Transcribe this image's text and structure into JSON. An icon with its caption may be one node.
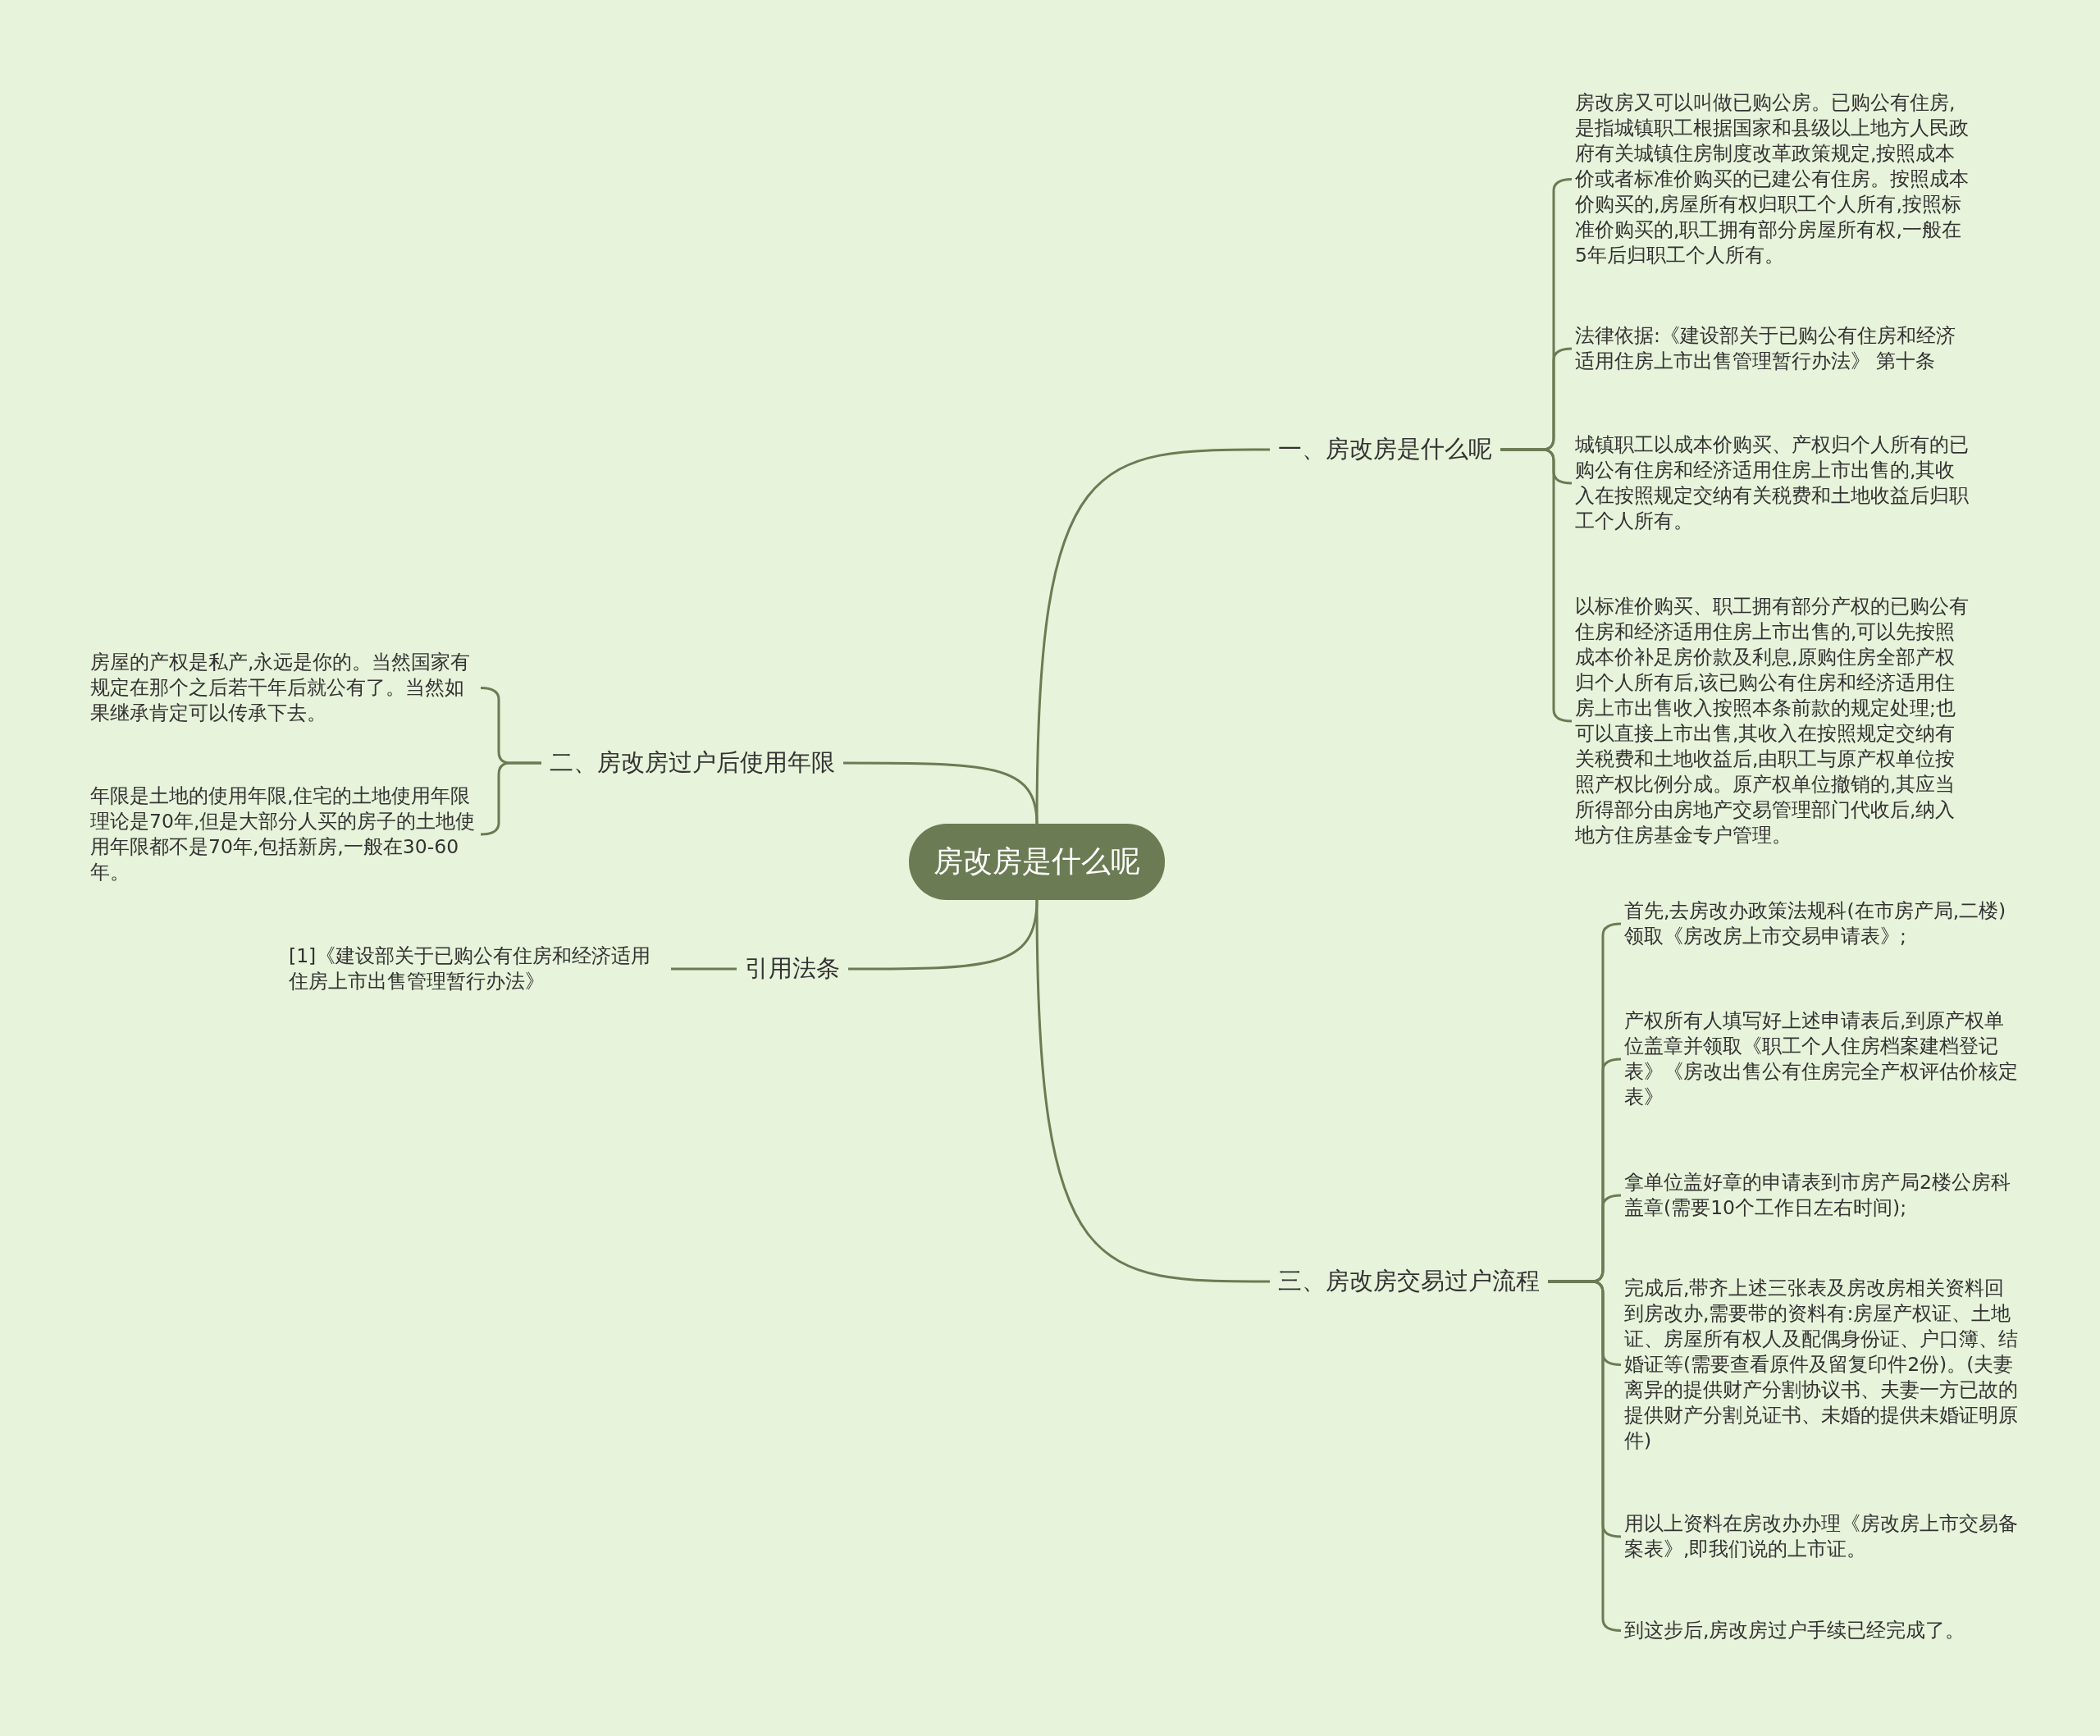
{
  "diagram": {
    "nodes": [
      {
        "text": [
          "房改房是什么呢"
        ]
      },
      {
        "text": [
          "一、房改房是什么呢"
        ]
      },
      {
        "text": [
          "房改房又可以叫做已购公房。已购公有住房,是指城镇职工根据国家和县级以上地方人民政府有关城镇住房制度改革政策规定,按照成本价或者标准价购买的已建公有住房。按照成本价购买的,房屋所有权归职工个人所有,按照标准价购买的,职工拥有部分房屋所有权,一般在5年后归职工个人所有。"
        ]
      },
      {
        "text": [
          "法律依据:《建设部关于已购公有住房和经济适用住房上市出售管理暂行办法》 第十条"
        ]
      },
      {
        "text": [
          "城镇职工以成本价购买、产权归个人所有的已购公有住房和经济适用住房上市出售的,其收入在按照规定交纳有关税费和土地收益后归职工个人所有。"
        ]
      },
      {
        "text": [
          "以标准价购买、职工拥有部分产权的已购公有住房和经济适用住房上市出售的,可以先按照成本价补足房价款及利息,原购住房全部产权归个人所有后,该已购公有住房和经济适用住房上市出售收入按照本条前款的规定处理;也可以直接上市出售,其收入在按照规定交纳有关税费和土地收益后,由职工与原产权单位按照产权比例分成。原产权单位撤销的,其应当所得部分由房地产交易管理部门代收后,纳入地方住房基金专户管理。"
        ]
      },
      {
        "text": [
          "二、房改房过户后使用年限"
        ]
      },
      {
        "text": [
          "房屋的产权是私产,永远是你的。当然国家有规定在那个之后若干年后就公有了。当然如果继承肯定可以传承下去。"
        ]
      },
      {
        "text": [
          "年限是土地的使用年限,住宅的土地使用年限理论是70年,但是大部分人买的房子的土地使用年限都不是70年,包括新房,一般在30-60年。"
        ]
      },
      {
        "text": [
          "引用法条"
        ]
      },
      {
        "text": [
          "[1]《建设部关于已购公有住房和经济适用住房上市出售管理暂行办法》"
        ]
      },
      {
        "text": [
          "三、房改房交易过户流程"
        ]
      },
      {
        "text": [
          "首先,去房改办政策法规科(在市房产局,二楼)领取《房改房上市交易申请表》;"
        ]
      },
      {
        "text": [
          "产权所有人填写好上述申请表后,到原产权单位盖章并领取《职工个人住房档案建档登记表》《房改出售公有住房完全产权评估价核定表》"
        ]
      },
      {
        "text": [
          "拿单位盖好章的申请表到市房产局2楼公房科盖章(需要10个工作日左右时间);"
        ]
      },
      {
        "text": [
          "完成后,带齐上述三张表及房改房相关资料回到房改办,需要带的资料有:房屋产权证、土地证、房屋所有权人及配偶身份证、户口簿、结婚证等(需要查看原件及留复印件2份)。(夫妻离异的提供财产分割协议书、夫妻一方已故的提供财产分割兑证书、未婚的提供未婚证明原件)"
        ]
      },
      {
        "text": [
          "用以上资料在房改办办理《房改房上市交易备案表》,即我们说的上市证。"
        ]
      },
      {
        "text": [
          "到这步后,房改房过户手续已经完成了。"
        ]
      }
    ],
    "edges": [
      {
        "from": 0,
        "to": 1,
        "arrow": "none"
      },
      {
        "from": 1,
        "to": 2,
        "arrow": "none"
      },
      {
        "from": 1,
        "to": 3,
        "arrow": "none"
      },
      {
        "from": 1,
        "to": 4,
        "arrow": "none"
      },
      {
        "from": 1,
        "to": 5,
        "arrow": "none"
      },
      {
        "from": 0,
        "to": 6,
        "arrow": "none"
      },
      {
        "from": 6,
        "to": 7,
        "arrow": "none"
      },
      {
        "from": 6,
        "to": 8,
        "arrow": "none"
      },
      {
        "from": 0,
        "to": 9,
        "arrow": "none"
      },
      {
        "from": 9,
        "to": 10,
        "arrow": "none"
      },
      {
        "from": 0,
        "to": 11,
        "arrow": "none"
      },
      {
        "from": 11,
        "to": 12,
        "arrow": "none"
      },
      {
        "from": 11,
        "to": 13,
        "arrow": "none"
      },
      {
        "from": 11,
        "to": 14,
        "arrow": "none"
      },
      {
        "from": 11,
        "to": 15,
        "arrow": "none"
      },
      {
        "from": 11,
        "to": 16,
        "arrow": "none"
      },
      {
        "from": 11,
        "to": 17,
        "arrow": "none"
      }
    ]
  }
}
